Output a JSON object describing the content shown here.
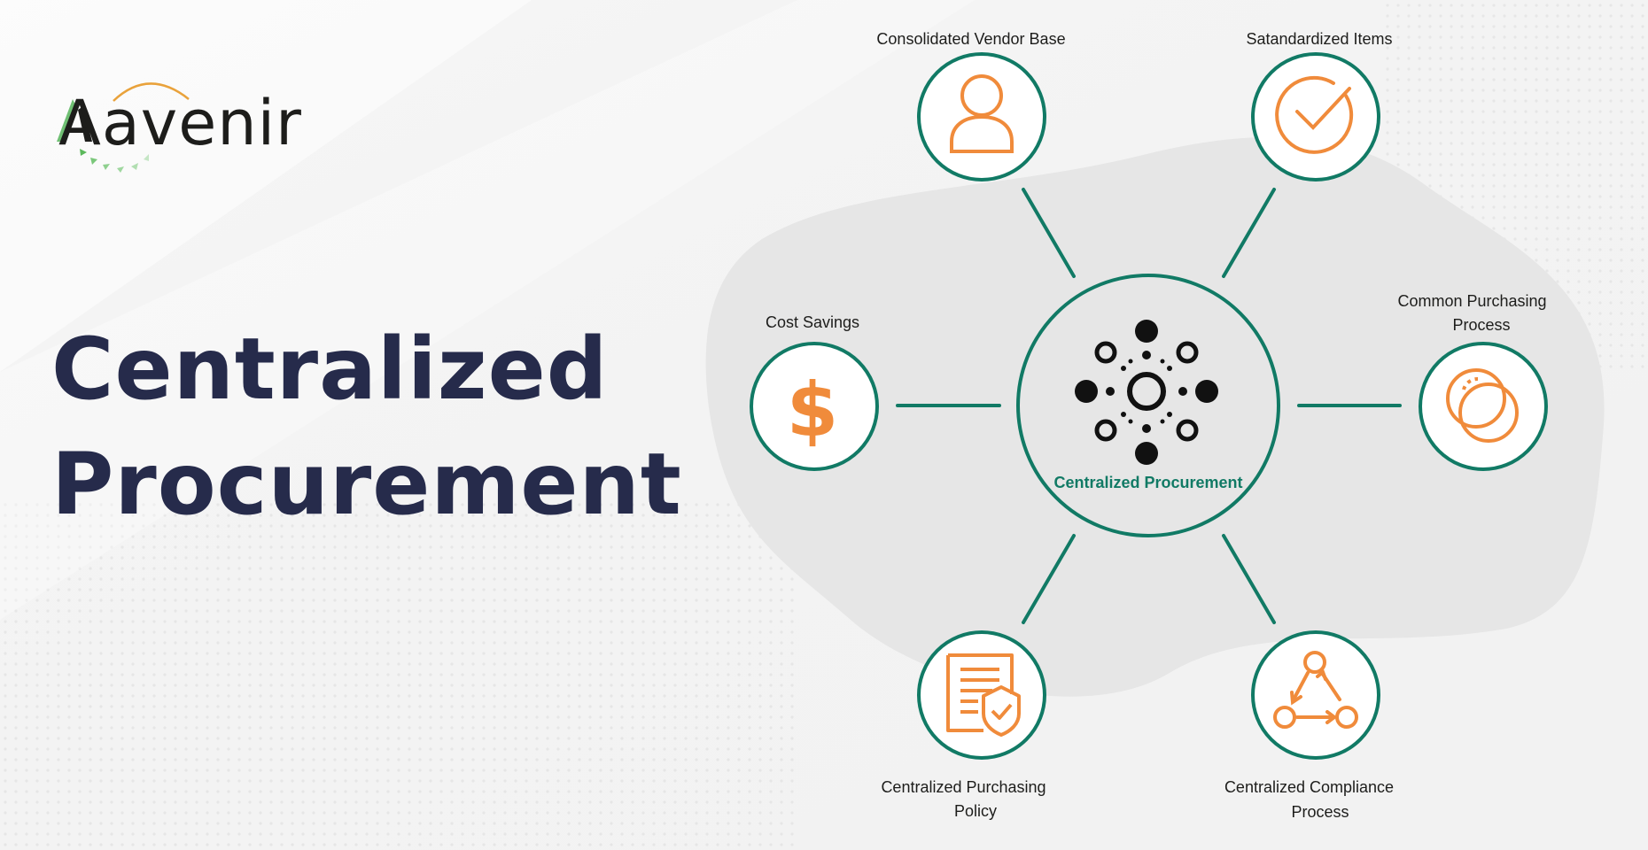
{
  "brand": {
    "name": "Aavenir",
    "accent_green": "#117a65",
    "accent_orange": "#f08b3b",
    "navy": "#262b4b"
  },
  "headline": {
    "line1": "Centralized",
    "line2": "Procurement"
  },
  "hub": {
    "label": "Centralized Procurement",
    "icon": "network-hub-icon"
  },
  "nodes": [
    {
      "id": "vendor",
      "label_lines": [
        "Consolidated Vendor Base"
      ],
      "icon": "user-icon"
    },
    {
      "id": "items",
      "label_lines": [
        "Satandardized Items"
      ],
      "icon": "check-circle-icon"
    },
    {
      "id": "savings",
      "label_lines": [
        "Cost Savings"
      ],
      "icon": "dollar-icon"
    },
    {
      "id": "process",
      "label_lines": [
        "Common Purchasing",
        "Process"
      ],
      "icon": "overlap-circles-icon"
    },
    {
      "id": "policy",
      "label_lines": [
        "Centralized Purchasing",
        "Policy"
      ],
      "icon": "policy-document-icon"
    },
    {
      "id": "compliance",
      "label_lines": [
        "Centralized Compliance",
        "Process"
      ],
      "icon": "cycle-triangle-icon"
    }
  ]
}
